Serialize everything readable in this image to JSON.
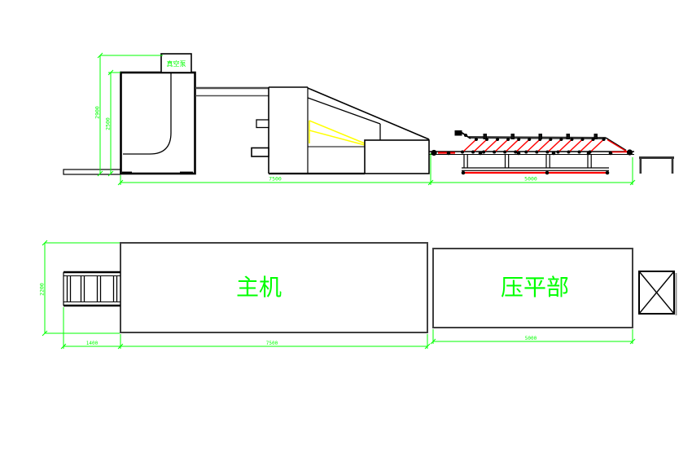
{
  "drawing": {
    "colors": {
      "outline": "#000000",
      "dimension": "#00ff00",
      "roller_red": "#ff0000",
      "chute_yellow": "#ffff00",
      "steel_grey": "#4d4d4d"
    },
    "elevation": {
      "vacuum_pump_label": "真空泵",
      "dims": {
        "total_height": "2900",
        "body_height": "2500",
        "main_length": "7500",
        "conveyor_length": "5000"
      }
    },
    "plan": {
      "main_unit_label": "主机",
      "press_section_label": "压平部",
      "dims": {
        "feed_width": "2200",
        "feed_table_length": "1400",
        "main_length": "7500",
        "press_length": "5000"
      }
    }
  }
}
